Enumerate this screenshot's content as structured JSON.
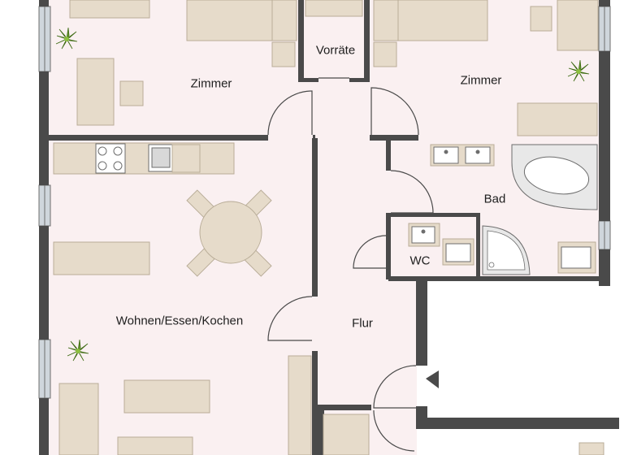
{
  "rooms": {
    "zimmer_left": "Zimmer",
    "vorraete": "Vorräte",
    "zimmer_right": "Zimmer",
    "bad": "Bad",
    "wc": "WC",
    "wohnen": "Wohnen/Essen/Kochen",
    "flur": "Flur"
  },
  "colors": {
    "wall": "#4a4a4a",
    "floor": "#faf0f1",
    "furniture": "#e6dbca",
    "furniture_stroke": "#b9ad98",
    "window": "#cfd6dc",
    "plant": "#6b9c2e"
  },
  "icons": {
    "entrance": "entrance-arrow-icon",
    "plant": "plant-icon"
  }
}
